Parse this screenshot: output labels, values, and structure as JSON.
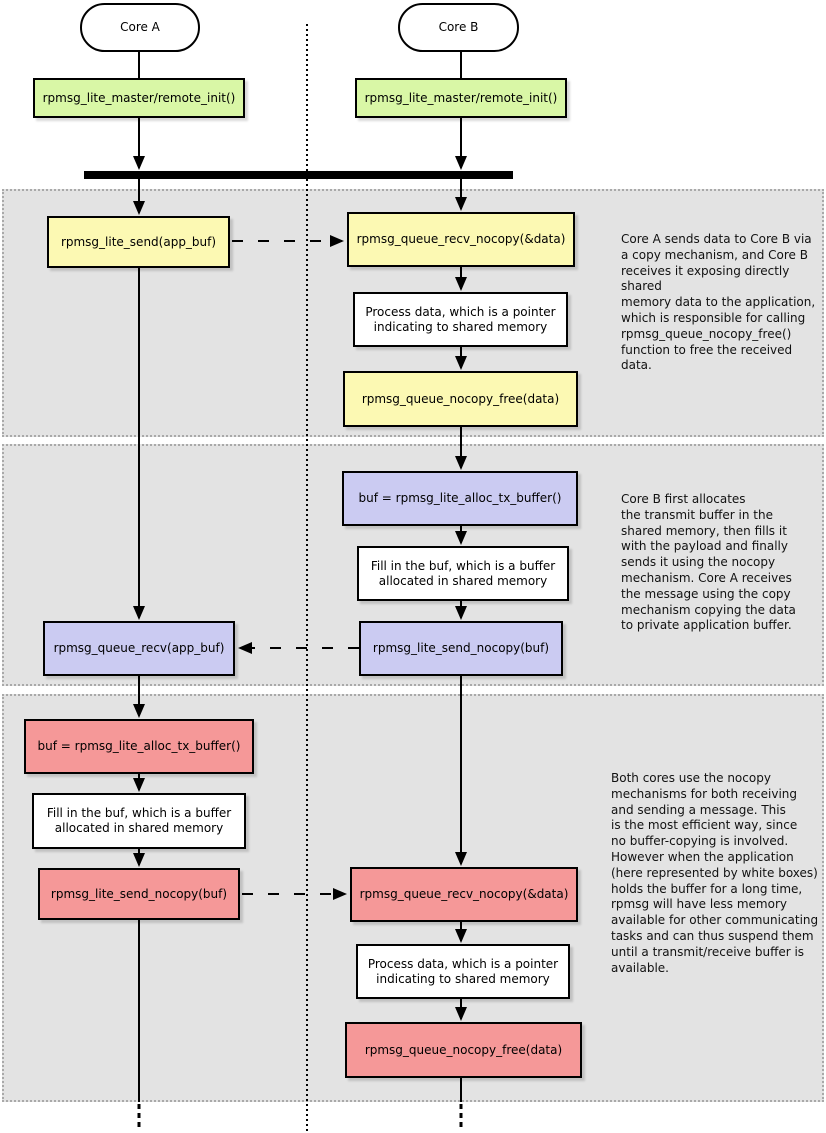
{
  "lifelines": {
    "core_a": "Core A",
    "core_b": "Core B"
  },
  "init_row": {
    "core_a_init": "rpmsg_lite_master/remote_init()",
    "core_b_init": "rpmsg_lite_master/remote_init()"
  },
  "section1": {
    "core_a_send": "rpmsg_lite_send(app_buf)",
    "core_b_recv": "rpmsg_queue_recv_nocopy(&data)",
    "core_b_process": "Process data, which is a pointer\nindicating to shared memory",
    "core_b_free": "rpmsg_queue_nocopy_free(data)",
    "annotation": "Core A sends data to Core B via\na copy mechanism, and Core B\nreceives it exposing directly shared\nmemory data to the application,\nwhich is responsible for calling\nrpmsg_queue_nocopy_free()\nfunction to free the received data."
  },
  "section2": {
    "core_b_alloc": "buf = rpmsg_lite_alloc_tx_buffer()",
    "core_b_fill": "Fill in the buf, which is a buffer\nallocated in shared memory",
    "core_b_send": "rpmsg_lite_send_nocopy(buf)",
    "core_a_recv": "rpmsg_queue_recv(app_buf)",
    "annotation": "Core B first allocates\nthe transmit buffer in the\nshared memory, then fills it\nwith the payload and finally\nsends it using the nocopy\nmechanism. Core A receives\nthe message using the copy\nmechanism copying the data\nto private application buffer."
  },
  "section3": {
    "core_a_alloc": "buf = rpmsg_lite_alloc_tx_buffer()",
    "core_a_fill": "Fill in the buf, which is a buffer\nallocated in shared memory",
    "core_a_send": "rpmsg_lite_send_nocopy(buf)",
    "core_b_recv": "rpmsg_queue_recv_nocopy(&data)",
    "core_b_process": "Process data, which is a pointer\nindicating to shared memory",
    "core_b_free": "rpmsg_queue_nocopy_free(data)",
    "annotation": "Both cores use the nocopy\nmechanisms for both receiving\nand sending a message. This\nis the most efficient way, since\nno buffer-copying is involved.\nHowever when the application\n(here represented by white boxes)\nholds the buffer for a long time,\nrpmsg will have less memory\navailable for other communicating\ntasks and can thus suspend them\nuntil a transmit/receive buffer is\navailable."
  },
  "colors": {
    "init_box": "#d9f7a6",
    "copy_section_box": "#fcf9b3",
    "nocopy_send_box": "#cbcbf2",
    "nocopy_both_box": "#f59898",
    "panel_background": "#e3e3e3"
  }
}
